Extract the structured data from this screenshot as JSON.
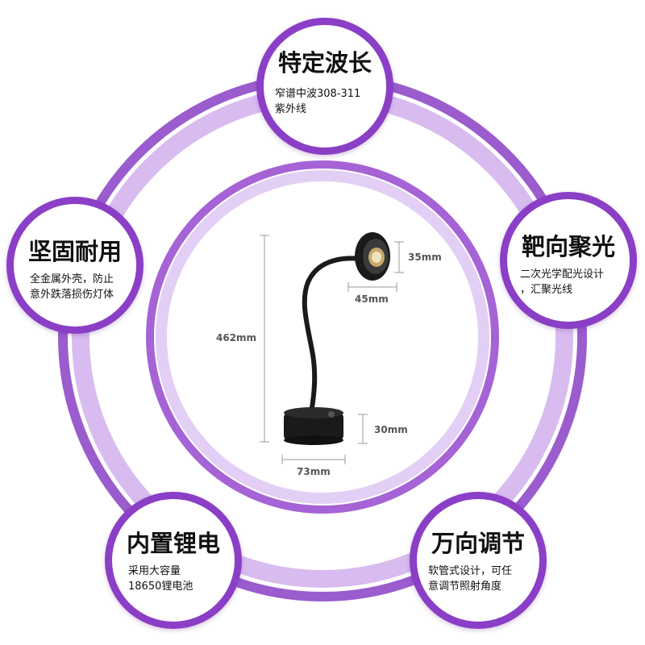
{
  "features": {
    "wavelength": {
      "title": "特定波长",
      "desc_line1": "窄谱中波308-311",
      "desc_line2": "紫外线"
    },
    "durable": {
      "title": "坚固耐用",
      "desc_line1": "全金属外壳，防止",
      "desc_line2": "意外跌落损伤灯体"
    },
    "target": {
      "title": "靶向聚光",
      "desc_line1": "二次光学配光设计",
      "desc_line2": "，汇聚光线"
    },
    "battery": {
      "title": "内置锂电",
      "desc_line1": "采用大容量",
      "desc_line2": "18650锂电池"
    },
    "adjust": {
      "title": "万向调节",
      "desc_line1": "软管式设计，可任",
      "desc_line2": "意调节照射角度"
    }
  },
  "dimensions": {
    "height": "462mm",
    "head_height": "35mm",
    "head_width": "45mm",
    "base_height": "30mm",
    "base_width": "73mm"
  },
  "colors": {
    "accent": "#8a3fc6",
    "ring_light": "#c6a3e6",
    "lamp": "#1a1a1a"
  }
}
